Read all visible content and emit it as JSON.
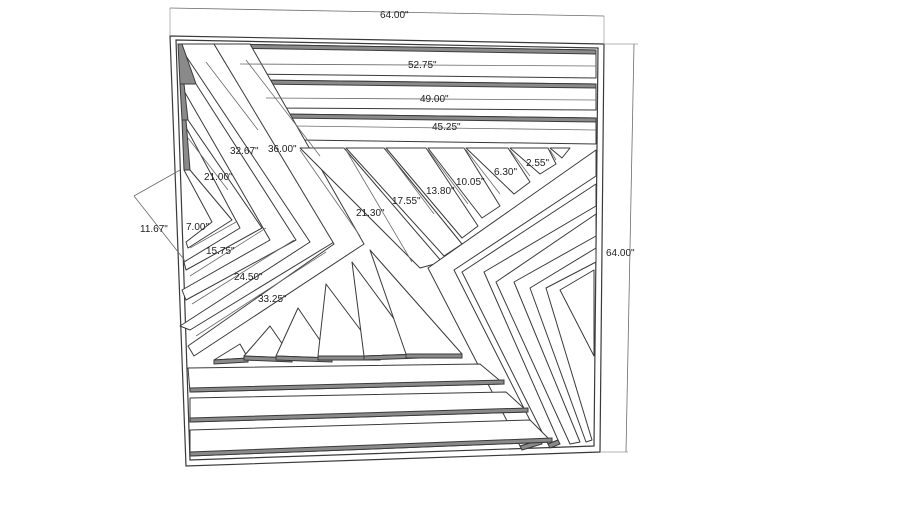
{
  "drawing": {
    "overall_width": "64.00\"",
    "overall_height": "64.00\"",
    "horizontal_lengths": [
      "52.75\"",
      "49.00\"",
      "45.25\""
    ],
    "left_chevron": [
      "32.67\"",
      "36.00\"",
      "21.00\"",
      "7.00\"",
      "11.67\"",
      "15.75\"",
      "24.50\"",
      "33.25\""
    ],
    "diagonal_lengths": [
      "21.30\"",
      "17.55\"",
      "13.80\"",
      "10.05\"",
      "6.30\"",
      "2.55\""
    ]
  },
  "colors": {
    "outline": "#3a3a3a",
    "panel": "#ffffff",
    "dimension": "#6b6b6b"
  }
}
